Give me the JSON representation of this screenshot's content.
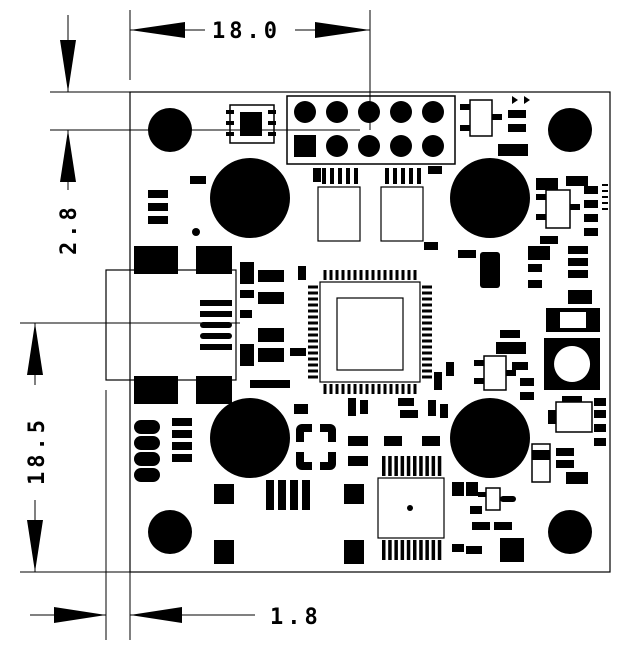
{
  "dimensions": {
    "top_width": "18.0",
    "left_upper": "2.8",
    "left_lower": "18.5",
    "bottom_offset": "1.8"
  }
}
